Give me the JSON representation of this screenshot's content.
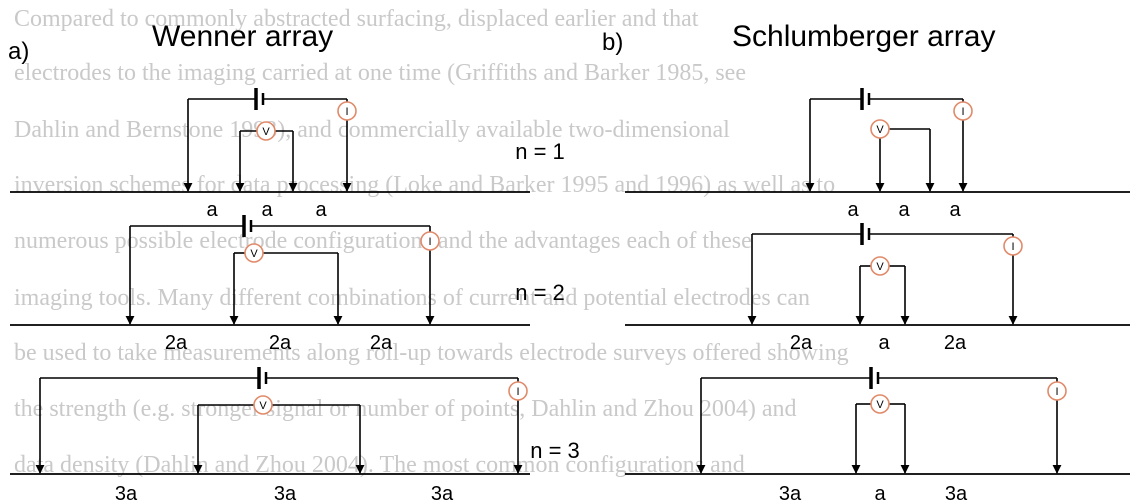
{
  "panels": [
    {
      "letter": "a)",
      "title": "Wenner array",
      "rows": [
        {
          "n_label": "n = 1",
          "spacing_labels": [
            "a",
            "a",
            "a"
          ]
        },
        {
          "n_label": "n = 2",
          "spacing_labels": [
            "2a",
            "2a",
            "2a"
          ]
        },
        {
          "n_label": "n = 3",
          "spacing_labels": [
            "3a",
            "3a",
            "3a"
          ]
        }
      ]
    },
    {
      "letter": "b)",
      "title": "Schlumberger array",
      "rows": [
        {
          "n_label": "",
          "spacing_labels": [
            "a",
            "a",
            "a"
          ]
        },
        {
          "n_label": "",
          "spacing_labels": [
            "2a",
            "a",
            "2a"
          ]
        },
        {
          "n_label": "",
          "spacing_labels": [
            "3a",
            "a",
            "3a"
          ]
        }
      ]
    }
  ],
  "meter_symbols": {
    "voltmeter": "V",
    "ammeter": "I"
  },
  "background_text_lines": [
    "Compared to commonly abstracted surfacing, displaced earlier and that",
    "electrodes to the imaging carried at one time (Griffiths and Barker 1985, see",
    "Dahlin and Bernstone 1993), and commercially available two-dimensional",
    "inversion schemes for data processing (Loke and Barker 1995 and 1996) as well as to",
    "numerous possible electrode configurations and the advantages each of these",
    "imaging tools. Many different combinations of current and potential electrodes can",
    "be used to take measurements along roll-up towards electrode surveys offered showing",
    "the strength (e.g. stronger signal or number of points, Dahlin and Zhou 2004) and",
    "data density (Dahlin and Zhou 2004). The most common configurations and"
  ],
  "colors": {
    "ink": "#000000",
    "meter": "#e08a6a",
    "background_text": "#c9c9c9"
  }
}
